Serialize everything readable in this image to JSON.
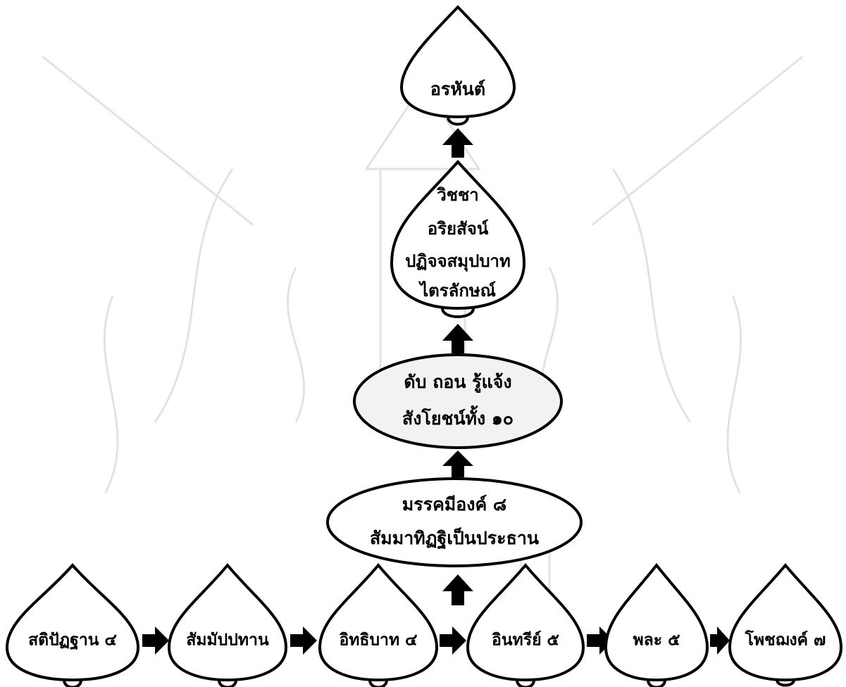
{
  "colors": {
    "stroke": "#000000",
    "fill": "#ffffff",
    "highlight_fill": "#f2f2f2",
    "watermark": "#d9d9d9"
  },
  "bottom_row": [
    {
      "label": "สติปัฏฐาน ๔"
    },
    {
      "label": "สัมมัปปทาน"
    },
    {
      "label": "อิทธิบาท ๔"
    },
    {
      "label": "อินทรีย์ ๕"
    },
    {
      "label": "พละ ๕"
    },
    {
      "label": "โพชฌงค์ ๗"
    }
  ],
  "path": {
    "eightfold": {
      "lines": [
        "มรรคมีองค์ ๘",
        "สัมมาทิฏฐิเป็นประธาน"
      ]
    },
    "fetters": {
      "lines": [
        "ดับ ถอน รู้แจ้ง",
        "สังโยชน์ทั้ง ๑๐"
      ]
    },
    "knowledge": {
      "lines": [
        "วิชชา",
        "อริยสัจน์",
        "ปฏิจจสมุปบาท",
        "ไตรลักษณ์"
      ]
    },
    "arahant": {
      "label": "อรหันต์"
    }
  }
}
